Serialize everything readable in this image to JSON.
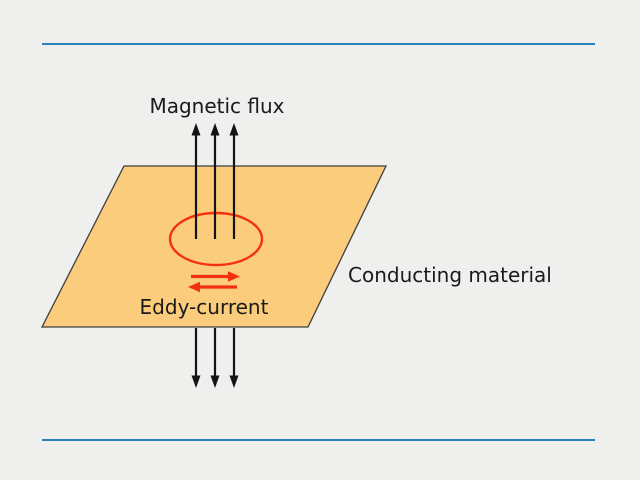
{
  "diagram": {
    "labels": {
      "magnetic_flux": "Magnetic flux",
      "conducting_material": "Conducting material",
      "eddy_current": "Eddy-current"
    },
    "colors": {
      "background": "#efefed",
      "rule_blue": "#0b72b4",
      "material_fill": "#fbcc7c",
      "material_outline": "#3e3e3e",
      "flux_arrow_black": "#141414",
      "eddy_red": "#f5300e",
      "label_text": "#1a1a1a"
    }
  }
}
